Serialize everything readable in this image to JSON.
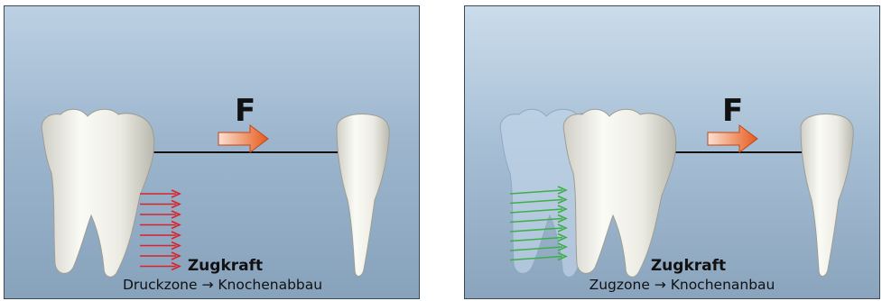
{
  "panels": [
    {
      "force_label": "F",
      "title": "Zugkraft",
      "subtitle": "Druckzone → Knochenabbau",
      "arrow_color": "#d8232a"
    },
    {
      "force_label": "F",
      "title": "Zugkraft",
      "subtitle": "Zugzone → Knochenanbau",
      "arrow_color": "#3fae49"
    }
  ]
}
